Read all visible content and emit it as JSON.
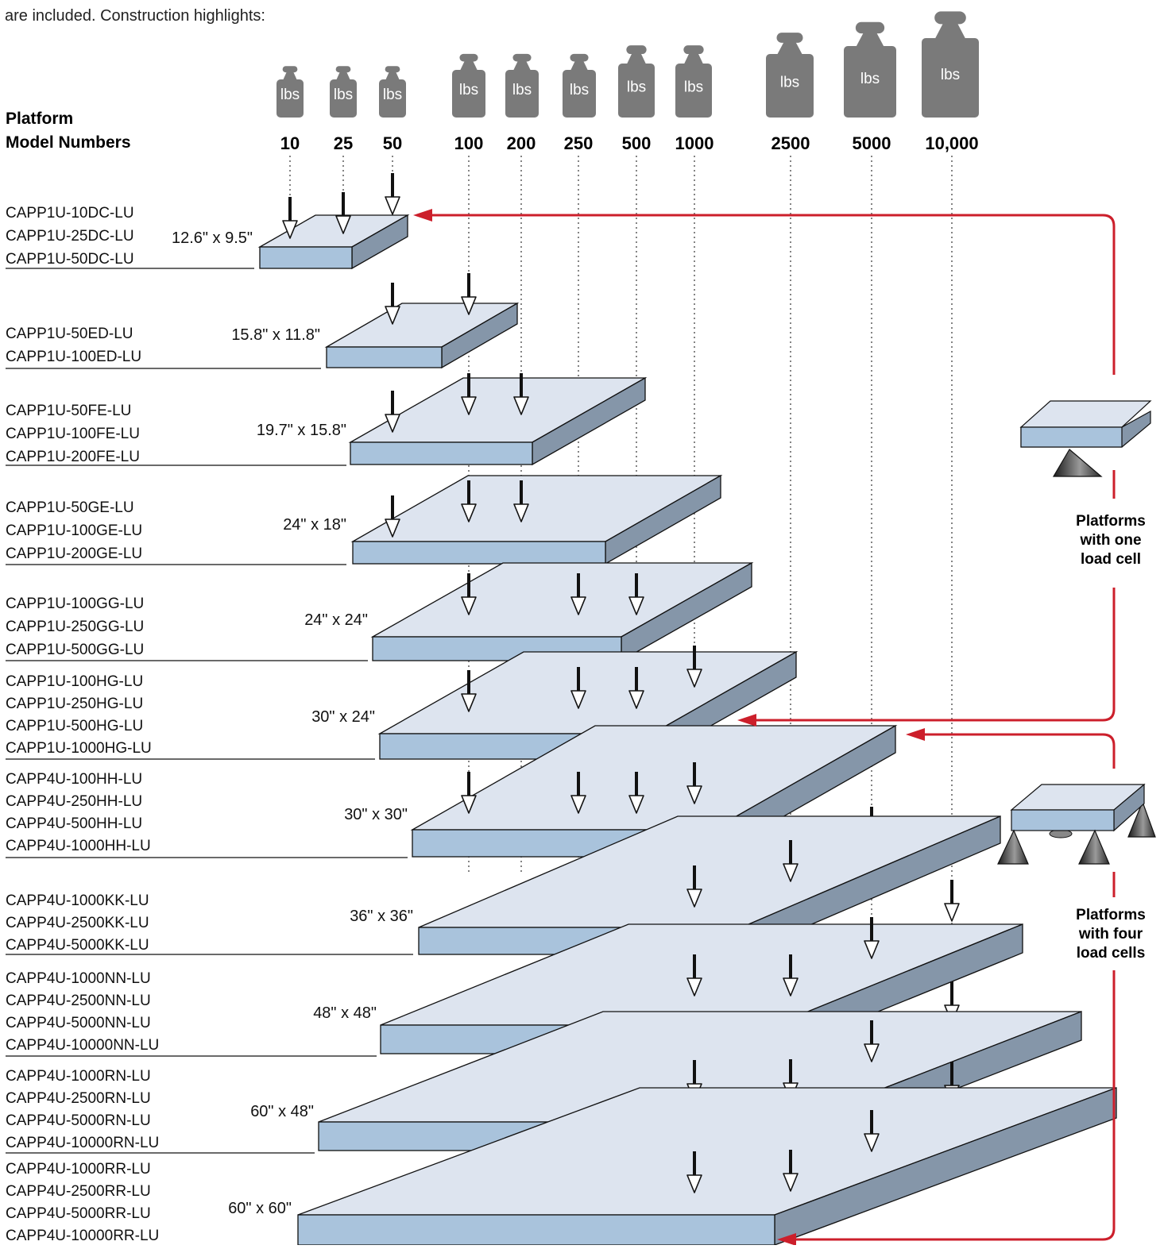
{
  "intro_text": "are included. Construction highlights:",
  "header_label": [
    "Platform",
    "Model Numbers"
  ],
  "weight_unit": "lbs",
  "capacities": [
    "10",
    "25",
    "50",
    "100",
    "200",
    "250",
    "500",
    "1000",
    "2500",
    "5000",
    "10,000"
  ],
  "platforms": [
    {
      "size": "12.6\" x 9.5\"",
      "models": [
        "CAPP1U-10DC-LU",
        "CAPP1U-25DC-LU",
        "CAPP1U-50DC-LU"
      ]
    },
    {
      "size": "15.8\" x 11.8\"",
      "models": [
        "CAPP1U-50ED-LU",
        "CAPP1U-100ED-LU"
      ]
    },
    {
      "size": "19.7\" x 15.8\"",
      "models": [
        "CAPP1U-50FE-LU",
        "CAPP1U-100FE-LU",
        "CAPP1U-200FE-LU"
      ]
    },
    {
      "size": "24\" x 18\"",
      "models": [
        "CAPP1U-50GE-LU",
        "CAPP1U-100GE-LU",
        "CAPP1U-200GE-LU"
      ]
    },
    {
      "size": "24\" x 24\"",
      "models": [
        "CAPP1U-100GG-LU",
        "CAPP1U-250GG-LU",
        "CAPP1U-500GG-LU"
      ]
    },
    {
      "size": "30\" x 24\"",
      "models": [
        "CAPP1U-100HG-LU",
        "CAPP1U-250HG-LU",
        "CAPP1U-500HG-LU",
        "CAPP1U-1000HG-LU"
      ]
    },
    {
      "size": "30\" x 30\"",
      "models": [
        "CAPP4U-100HH-LU",
        "CAPP4U-250HH-LU",
        "CAPP4U-500HH-LU",
        "CAPP4U-1000HH-LU"
      ]
    },
    {
      "size": "36\" x 36\"",
      "models": [
        "CAPP4U-1000KK-LU",
        "CAPP4U-2500KK-LU",
        "CAPP4U-5000KK-LU"
      ]
    },
    {
      "size": "48\" x 48\"",
      "models": [
        "CAPP4U-1000NN-LU",
        "CAPP4U-2500NN-LU",
        "CAPP4U-5000NN-LU",
        "CAPP4U-10000NN-LU"
      ]
    },
    {
      "size": "60\" x 48\"",
      "models": [
        "CAPP4U-1000RN-LU",
        "CAPP4U-2500RN-LU",
        "CAPP4U-5000RN-LU",
        "CAPP4U-10000RN-LU"
      ]
    },
    {
      "size": "60\" x 60\"",
      "models": [
        "CAPP4U-1000RR-LU",
        "CAPP4U-2500RR-LU",
        "CAPP4U-5000RR-LU",
        "CAPP4U-10000RR-LU"
      ]
    }
  ],
  "groups": {
    "one_cell": [
      "Platforms",
      "with one",
      "load cell"
    ],
    "four_cells": [
      "Platforms",
      "with four",
      "load cells"
    ]
  },
  "colors": {
    "weight": "#7a7a7a",
    "platform_top": "#dde4ef",
    "platform_front": "#a9c3dc",
    "platform_side": "#8596a9",
    "accent_red": "#cc1f2b"
  }
}
